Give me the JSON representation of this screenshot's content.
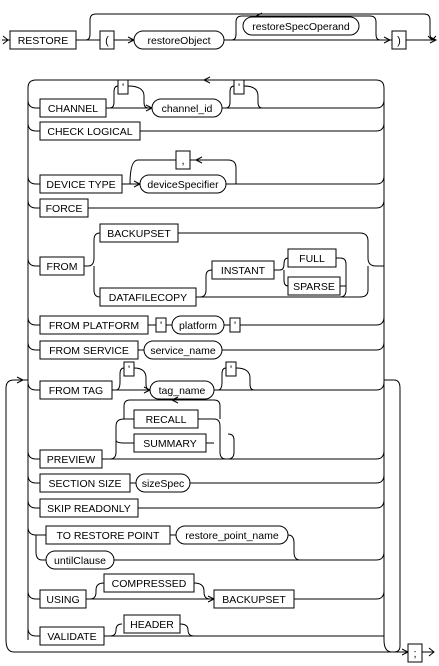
{
  "diagram": {
    "terminator": ";",
    "header": {
      "keyword": "RESTORE",
      "open_paren": "(",
      "object": "restoreObject",
      "operand": "restoreSpecOperand",
      "close_paren": ")"
    },
    "options": {
      "channel": {
        "keyword": "CHANNEL",
        "quote_open": "'",
        "value": "channel_id",
        "quote_close": "'"
      },
      "check_logical": "CHECK LOGICAL",
      "device_type": {
        "keyword": "DEVICE TYPE",
        "separator": ",",
        "value": "deviceSpecifier"
      },
      "force": "FORCE",
      "from": {
        "keyword": "FROM",
        "backupset": "BACKUPSET",
        "datafilecopy": "DATAFILECOPY",
        "instant": "INSTANT",
        "full": "FULL",
        "sparse": "SPARSE"
      },
      "from_platform": {
        "keyword": "FROM PLATFORM",
        "quote_open": "'",
        "value": "platform",
        "quote_close": "'"
      },
      "from_service": {
        "keyword": "FROM SERVICE",
        "value": "service_name"
      },
      "from_tag": {
        "keyword": "FROM TAG",
        "quote_open": "'",
        "value": "tag_name",
        "quote_close": "'"
      },
      "preview": {
        "keyword": "PREVIEW",
        "recall": "RECALL",
        "summary": "SUMMARY"
      },
      "section_size": {
        "keyword": "SECTION SIZE",
        "value": "sizeSpec"
      },
      "skip_readonly": "SKIP READONLY",
      "restore_point": {
        "keyword": "TO RESTORE POINT",
        "value": "restore_point_name",
        "until": "untilClause"
      },
      "using": {
        "keyword": "USING",
        "compressed": "COMPRESSED",
        "backupset": "BACKUPSET"
      },
      "validate": {
        "keyword": "VALIDATE",
        "header": "HEADER"
      }
    }
  }
}
